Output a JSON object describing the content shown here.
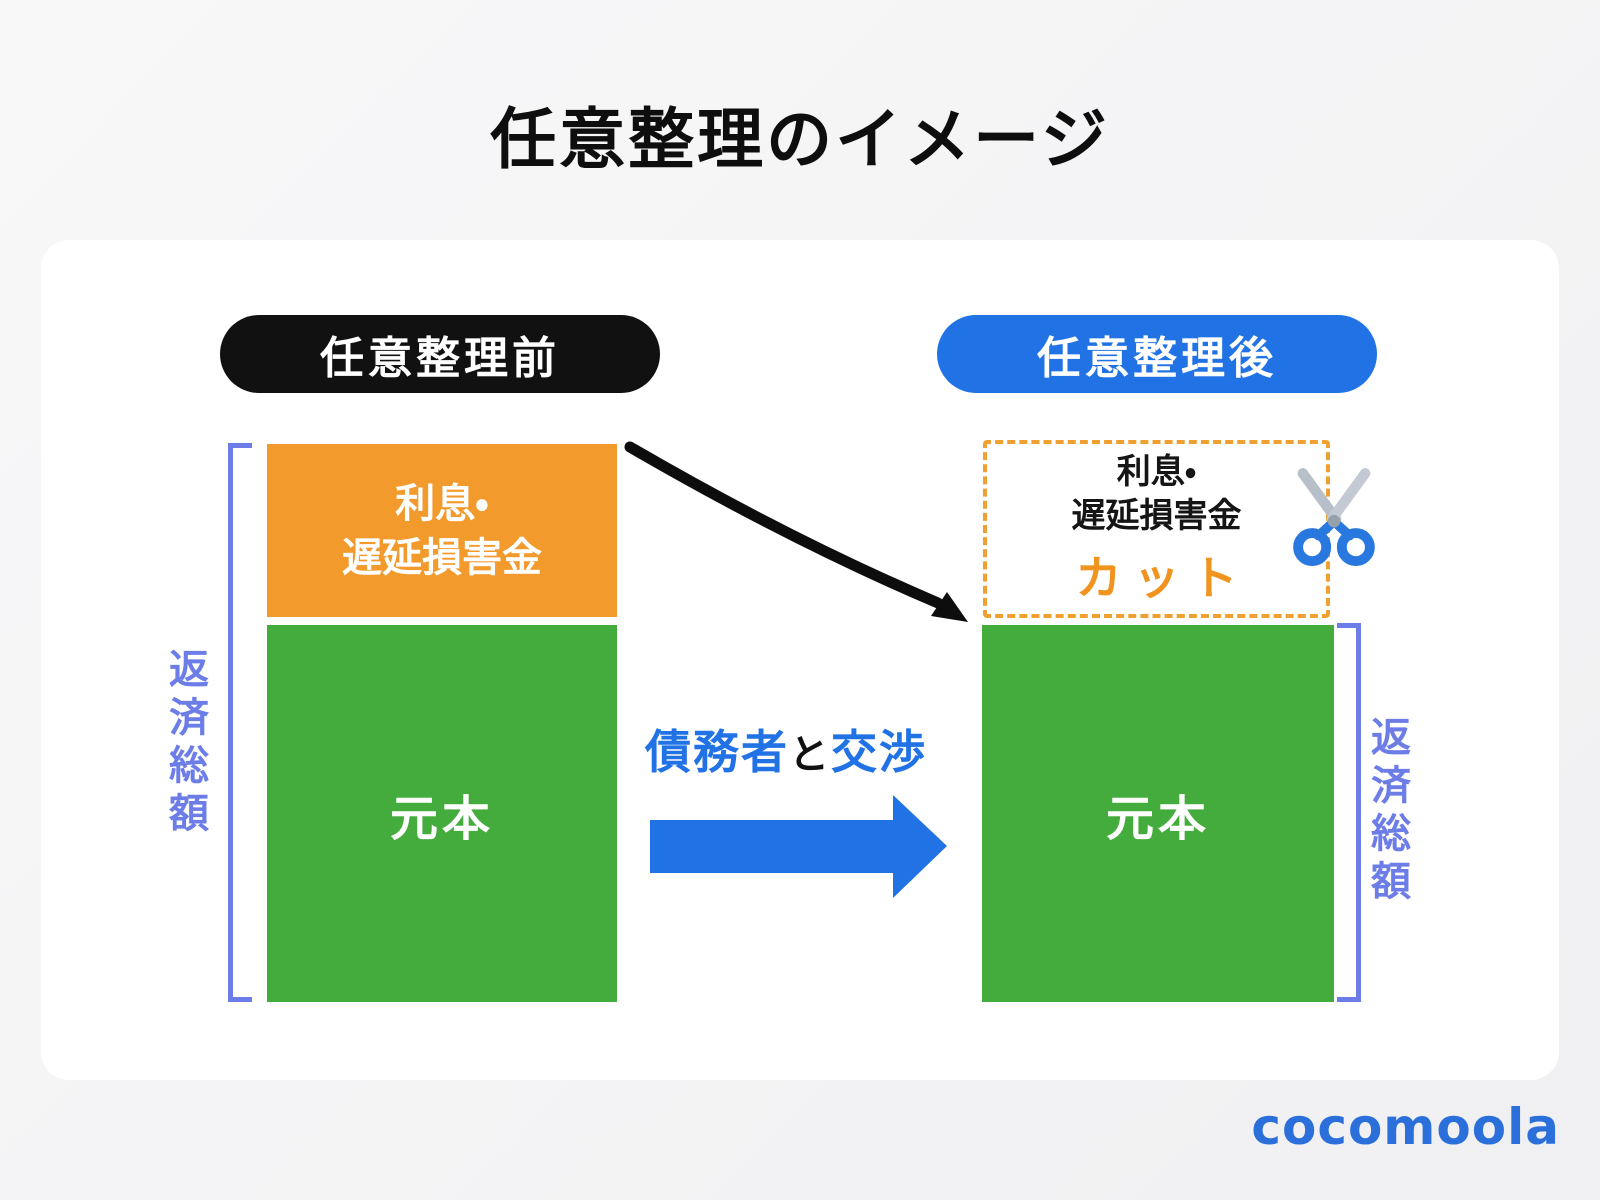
{
  "title": "任意整理のイメージ",
  "before": {
    "badge": "任意整理前",
    "interest_line1": "利息・",
    "interest_line2": "遅延損害金",
    "principal": "元本",
    "total_label": "返済総額"
  },
  "after": {
    "badge": "任意整理後",
    "interest_line1": "利息・",
    "interest_line2": "遅延損害金",
    "cut_label": "カット",
    "principal": "元本",
    "total_label": "返済総額"
  },
  "negotiation": {
    "debtor": "債務者",
    "particle": "と",
    "action": "交渉"
  },
  "icons": {
    "scissors": "✂"
  },
  "colors": {
    "accent_blue": "#2173e5",
    "accent_orange": "#f39a2d",
    "accent_green": "#44ac3c",
    "bracket_indigo": "#6c7de8",
    "badge_black": "#111111",
    "cut_text_orange": "#f0941f",
    "logo_blue": "#2b6fdb"
  },
  "logo": "cocomoola"
}
